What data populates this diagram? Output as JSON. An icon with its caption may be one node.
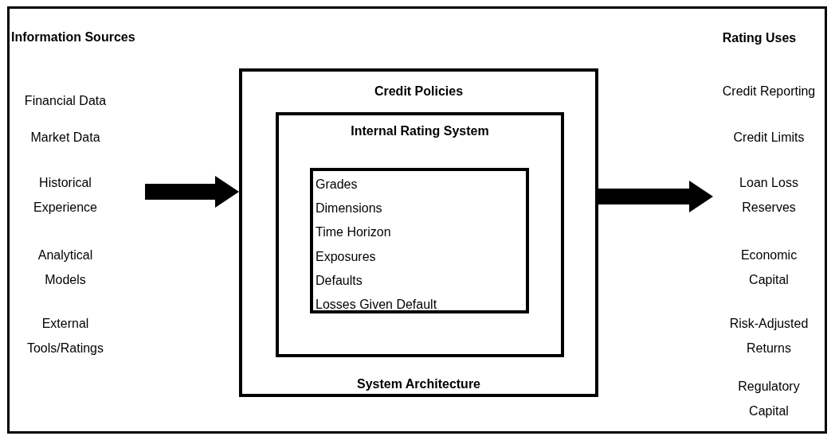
{
  "diagram": {
    "nodes": [
      {
        "text": [
          "Information Sources",
          "Financial Data",
          "Market Data",
          "Historical Experience",
          "Analytical Models",
          "External Tools/Ratings"
        ]
      },
      {
        "text": [
          "Credit Policies",
          "System Architecture"
        ]
      },
      {
        "text": [
          "Internal Rating System"
        ],
        "in": 1
      },
      {
        "text": [
          "Grades",
          "Dimensions",
          "Time Horizon",
          "Exposures",
          "Defaults",
          "Losses Given Default"
        ],
        "in": 2
      },
      {
        "text": [
          "Rating Uses",
          "Credit Reporting",
          "Credit Limits",
          "Loan Loss Reserves",
          "Economic Capital",
          "Risk-Adjusted Returns",
          "Regulatory Capital"
        ]
      }
    ],
    "edges": [
      {
        "from": 0,
        "to": 1,
        "arrow": "to",
        "style": "thick"
      },
      {
        "from": 1,
        "to": 4,
        "arrow": "to",
        "style": "thick"
      }
    ]
  }
}
